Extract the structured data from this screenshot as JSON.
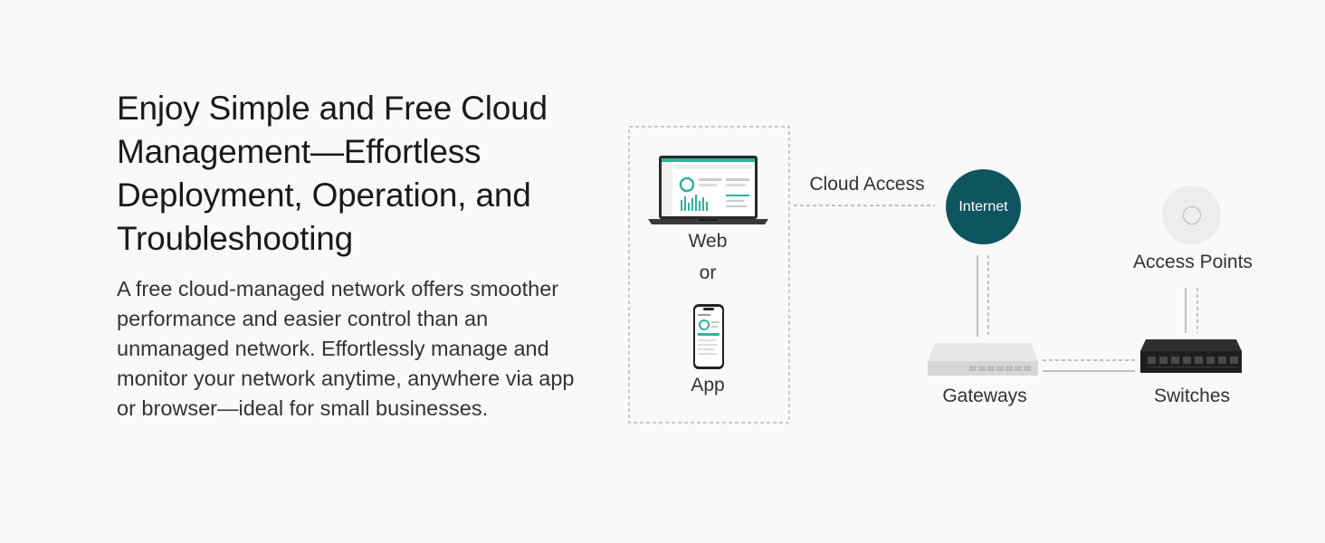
{
  "headline": "Enjoy Simple and Free Cloud Management—Effortless Deployment, Operation, and Troubleshooting",
  "description": "A free cloud-managed network offers smoother performance and easier control than an unmanaged network. Effortlessly manage and monitor your network anytime, anywhere via app or browser—ideal for small businesses.",
  "diagram": {
    "web_label": "Web",
    "or_label": "or",
    "app_label": "App",
    "cloud_access_label": "Cloud Access",
    "internet_label": "Internet",
    "access_points_label": "Access Points",
    "gateways_label": "Gateways",
    "switches_label": "Switches"
  },
  "colors": {
    "internet_fill": "#0e5560",
    "dashboard_accent": "#2fb39a",
    "line": "#888888"
  },
  "icons": [
    "laptop-icon",
    "phone-icon",
    "access-point-icon",
    "gateway-icon",
    "switch-icon"
  ]
}
